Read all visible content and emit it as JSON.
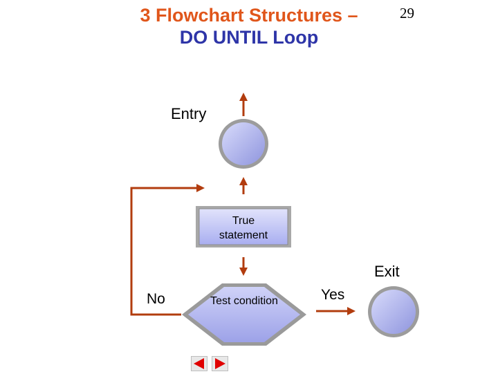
{
  "title": {
    "line1": "3 Flowchart Structures –",
    "line2": "DO UNTIL Loop"
  },
  "slide_number": "29",
  "labels": {
    "entry": "Entry",
    "exit": "Exit",
    "no": "No",
    "yes": "Yes"
  },
  "nodes": {
    "statement": "True statement",
    "condition": "Test condition"
  },
  "colors": {
    "title_accent": "#e0561b",
    "title_blue": "#2e35a8",
    "arrow": "#b23c0e",
    "shape_fill": "#b9bdf1",
    "shape_border": "#8a8a8a"
  },
  "nav": {
    "prev_icon": "triangle-left-icon",
    "next_icon": "triangle-right-icon"
  }
}
